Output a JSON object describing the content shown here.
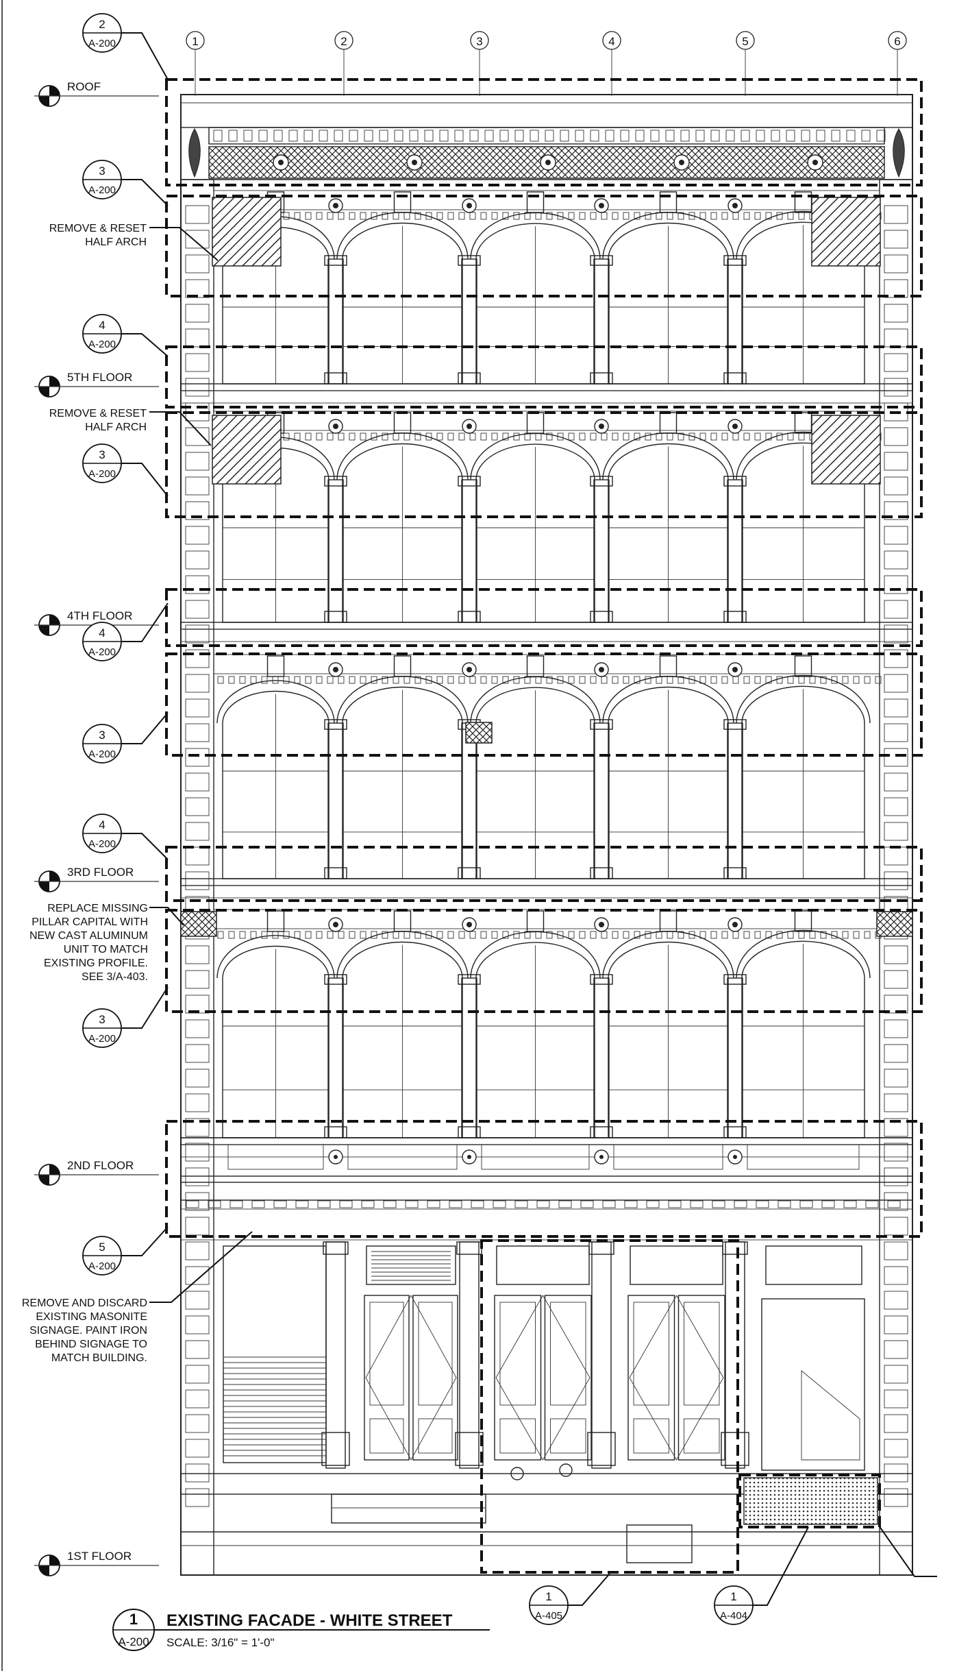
{
  "grid_lines": [
    "1",
    "2",
    "3",
    "4",
    "5",
    "6"
  ],
  "levels": [
    {
      "key": "roof",
      "label": "ROOF"
    },
    {
      "key": "fifth",
      "label": "5TH FLOOR"
    },
    {
      "key": "fourth",
      "label": "4TH FLOOR"
    },
    {
      "key": "third",
      "label": "3RD FLOOR"
    },
    {
      "key": "second",
      "label": "2ND FLOOR"
    },
    {
      "key": "first",
      "label": "1ST FLOOR"
    }
  ],
  "section_markers": [
    {
      "num": "2",
      "sheet": "A-200"
    },
    {
      "num": "3",
      "sheet": "A-200"
    },
    {
      "num": "4",
      "sheet": "A-200"
    },
    {
      "num": "3",
      "sheet": "A-200"
    },
    {
      "num": "4",
      "sheet": "A-200"
    },
    {
      "num": "3",
      "sheet": "A-200"
    },
    {
      "num": "4",
      "sheet": "A-200"
    },
    {
      "num": "3",
      "sheet": "A-200"
    },
    {
      "num": "5",
      "sheet": "A-200"
    }
  ],
  "detail_markers": [
    {
      "num": "1",
      "sheet": "A-405"
    },
    {
      "num": "1",
      "sheet": "A-404"
    }
  ],
  "notes": [
    {
      "lines": [
        "REMOVE & RESET",
        "HALF ARCH"
      ]
    },
    {
      "lines": [
        "REMOVE & RESET",
        "HALF ARCH"
      ]
    },
    {
      "lines": [
        "REPLACE MISSING",
        "PILLAR CAPITAL WITH",
        "NEW CAST ALUMINUM",
        "UNIT TO MATCH",
        "EXISTING PROFILE.",
        "SEE 3/A-403."
      ]
    },
    {
      "lines": [
        "REMOVE AND DISCARD",
        "EXISTING MASONITE",
        "SIGNAGE. PAINT IRON",
        "BEHIND SIGNAGE TO",
        "MATCH BUILDING."
      ]
    }
  ],
  "title_block": {
    "number": "1",
    "sheet": "A-200",
    "title": "EXISTING FACADE - WHITE STREET",
    "scale": "SCALE: 3/16\" = 1'-0\""
  }
}
